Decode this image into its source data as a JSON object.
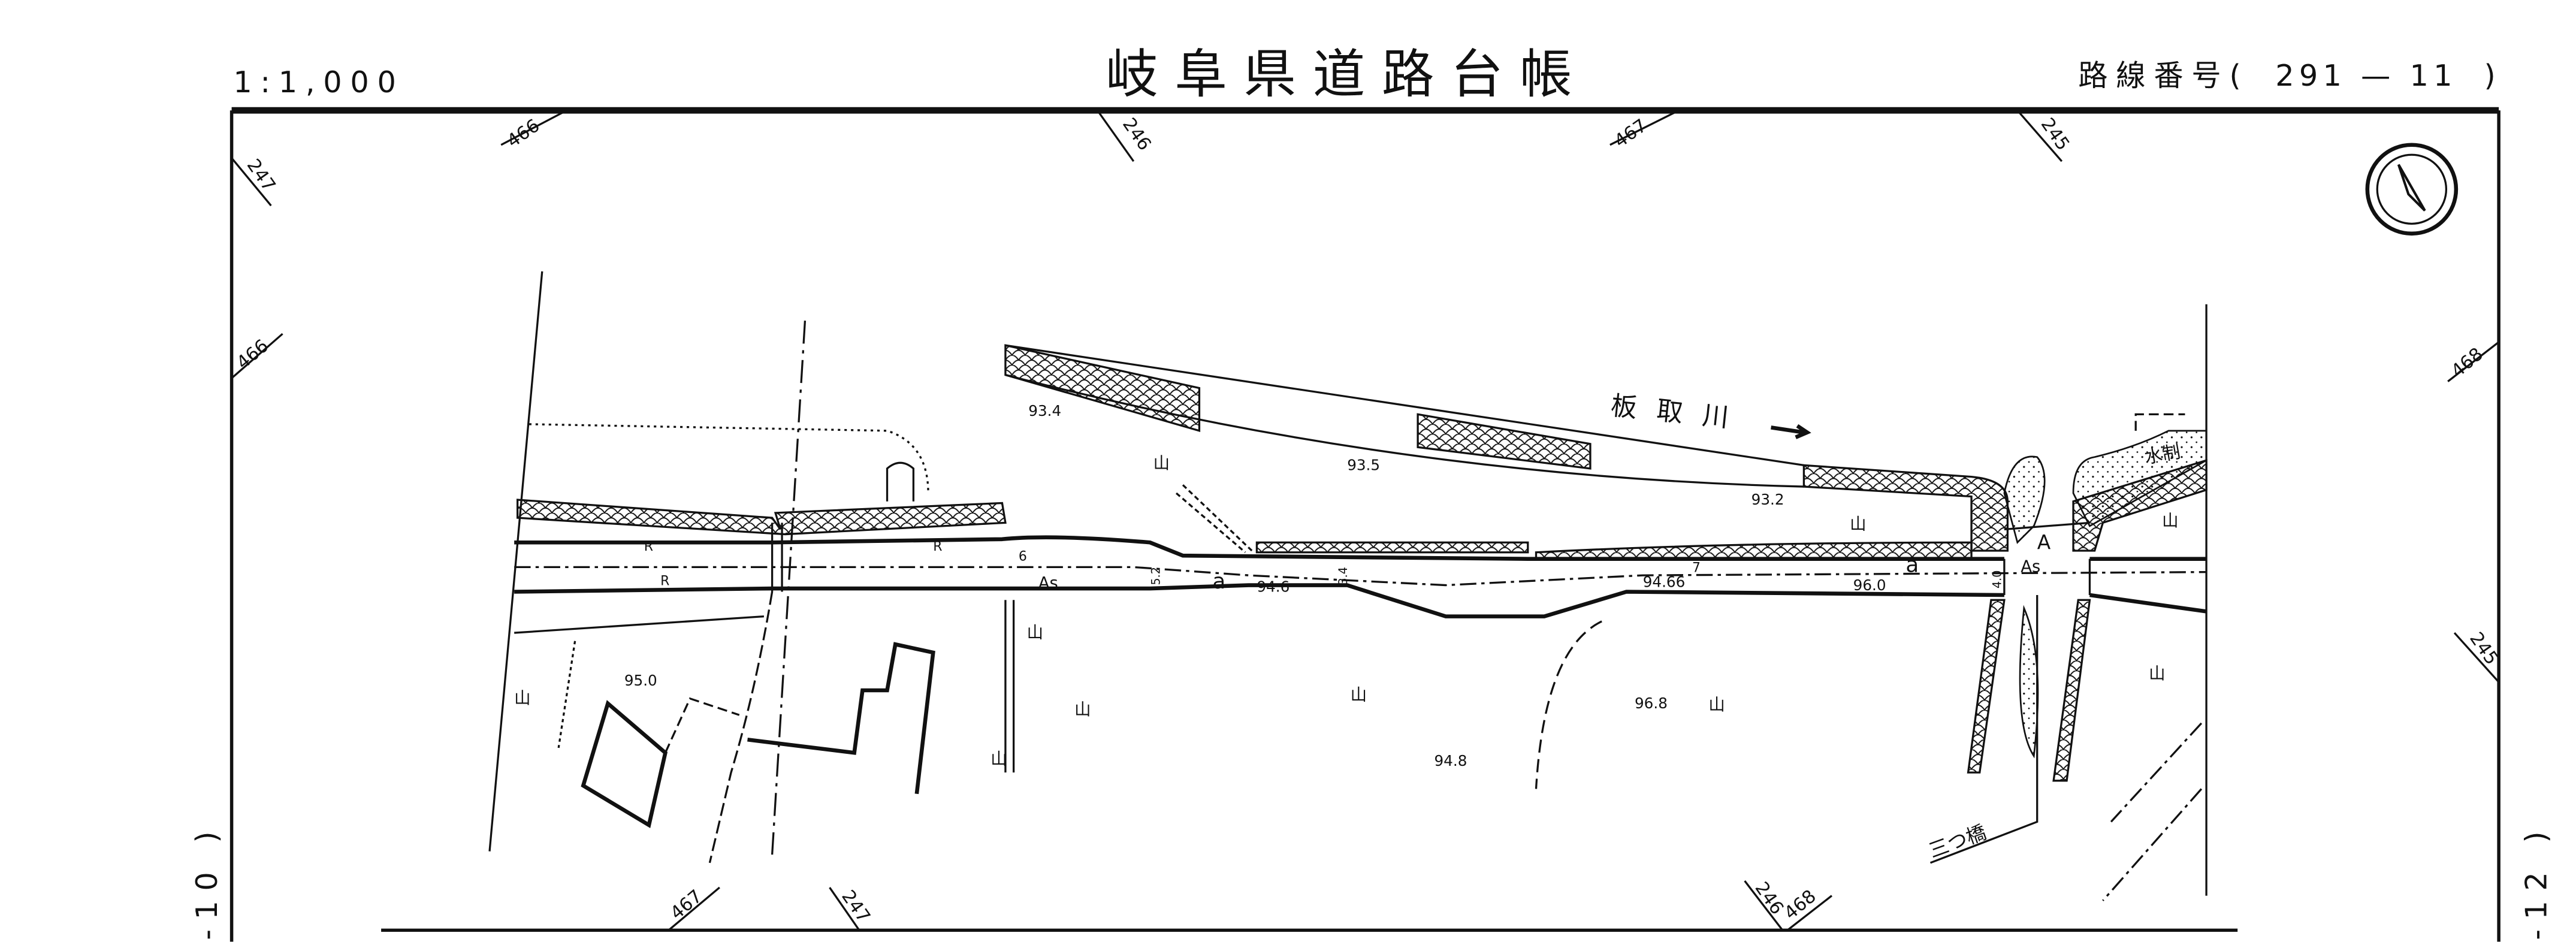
{
  "header": {
    "scale": "1:1,000",
    "title": "岐阜県道路台帳",
    "route_label": "路線番号(",
    "route_number": "291 — 11",
    "route_close": ")"
  },
  "side_labels": {
    "left": "-10 )",
    "right": "-12 )"
  },
  "grid_labels": {
    "top": [
      "466",
      "246",
      "467",
      "245"
    ],
    "left": [
      "247",
      "466"
    ],
    "right": [
      "468",
      "245"
    ],
    "bottom": [
      "467",
      "247",
      "246",
      "468"
    ]
  },
  "features": {
    "river": "板取川",
    "groyne": "水制",
    "bridge": "三つ橋"
  },
  "elevations": [
    "93.4",
    "93.5",
    "93.2",
    "94.6",
    "94.66",
    "96.0",
    "95.0",
    "96.8",
    "94.8"
  ],
  "road_labels": {
    "r1": "R",
    "r2": "R",
    "r3": "R",
    "width_6": "6",
    "surface_as": "As",
    "a1": "a",
    "w52": "5.2",
    "w34": "3.4",
    "w7": "7",
    "a2": "a",
    "w40": "4.0",
    "surface_as2": "As",
    "abutment": "A"
  },
  "symbols": {
    "orchard": "山",
    "north_arrow": "north-arrow-icon"
  },
  "colors": {
    "ink": "#111111",
    "paper": "#ffffff"
  }
}
